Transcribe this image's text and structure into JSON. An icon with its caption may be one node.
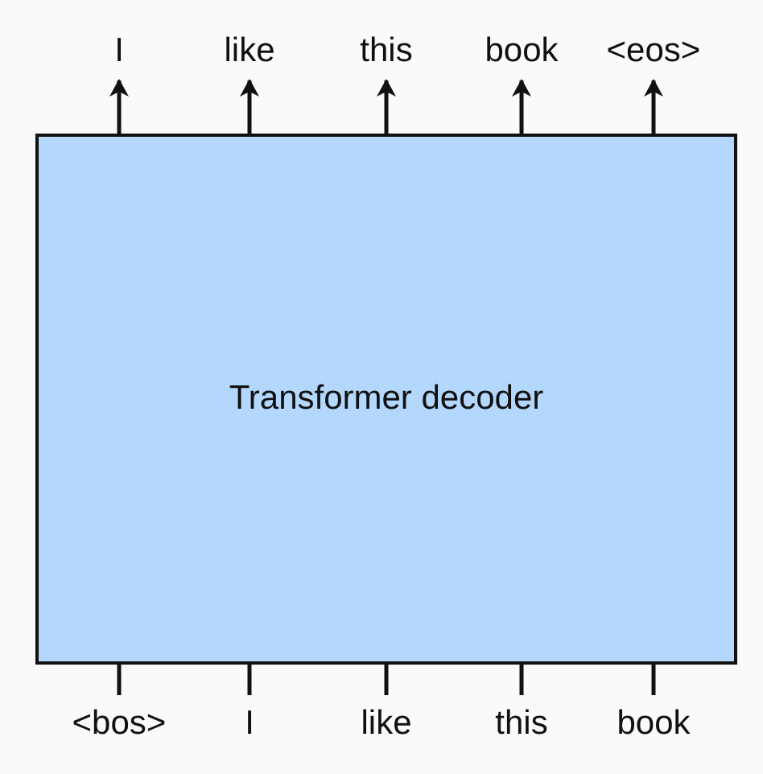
{
  "diagram": {
    "nodes": [
      {
        "text": [
          "I"
        ]
      },
      {
        "text": [
          "like"
        ]
      },
      {
        "text": [
          "this"
        ]
      },
      {
        "text": [
          "book"
        ]
      },
      {
        "text": [
          "<eos>"
        ]
      },
      {
        "text": [
          "Transformer decoder"
        ]
      },
      {
        "text": [
          "<bos>"
        ]
      },
      {
        "text": [
          "I"
        ]
      },
      {
        "text": [
          "like"
        ]
      },
      {
        "text": [
          "this"
        ]
      },
      {
        "text": [
          "book"
        ]
      }
    ],
    "edges": [
      {
        "from": 5,
        "to": 0,
        "arrow": "to"
      },
      {
        "from": 5,
        "to": 1,
        "arrow": "to"
      },
      {
        "from": 5,
        "to": 2,
        "arrow": "to"
      },
      {
        "from": 5,
        "to": 3,
        "arrow": "to"
      },
      {
        "from": 5,
        "to": 4,
        "arrow": "to"
      },
      {
        "from": 6,
        "to": 5,
        "arrow": "none"
      },
      {
        "from": 7,
        "to": 5,
        "arrow": "none"
      },
      {
        "from": 8,
        "to": 5,
        "arrow": "none"
      },
      {
        "from": 9,
        "to": 5,
        "arrow": "none"
      },
      {
        "from": 10,
        "to": 5,
        "arrow": "none"
      }
    ]
  }
}
